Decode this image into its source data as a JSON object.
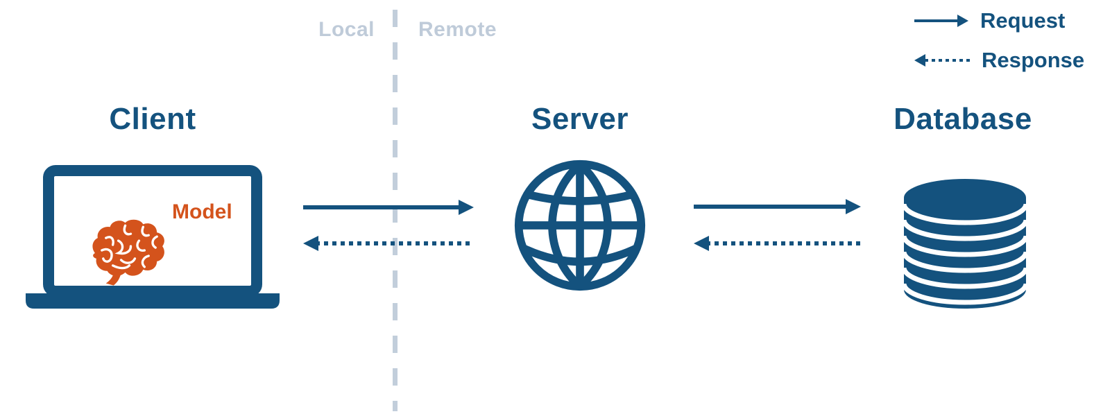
{
  "colors": {
    "primary": "#14527E",
    "accent": "#D4531C",
    "muted": "#BFCBD9"
  },
  "zones": {
    "left_label": "Local",
    "right_label": "Remote"
  },
  "legend": {
    "request_label": "Request",
    "response_label": "Response",
    "request_style": "solid-arrow-right",
    "response_style": "dotted-arrow-left"
  },
  "nodes": {
    "client": {
      "title": "Client",
      "icon": "laptop-icon",
      "inner_icon": "brain-icon",
      "model_label": "Model"
    },
    "server": {
      "title": "Server",
      "icon": "globe-icon"
    },
    "database": {
      "title": "Database",
      "icon": "database-icon"
    }
  },
  "arrows": [
    {
      "from": "client",
      "to": "server",
      "type": "request"
    },
    {
      "from": "server",
      "to": "client",
      "type": "response"
    },
    {
      "from": "server",
      "to": "database",
      "type": "request"
    },
    {
      "from": "database",
      "to": "server",
      "type": "response"
    }
  ]
}
